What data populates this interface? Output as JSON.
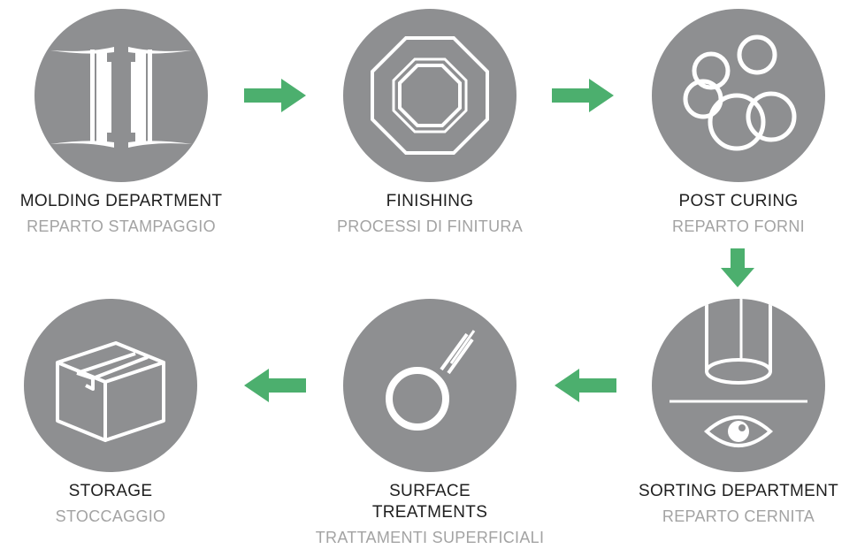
{
  "colors": {
    "circle": "#8e8f91",
    "arrow": "#4caf6e",
    "icon": "#ffffff",
    "title": "#1f1f1f",
    "subtitle": "#a3a3a3"
  },
  "steps": [
    {
      "title": "MOLDING DEPARTMENT",
      "subtitle": "REPARTO STAMPAGGIO",
      "icon": "mold-icon"
    },
    {
      "title": "FINISHING",
      "subtitle": "PROCESSI DI FINITURA",
      "icon": "octagon-seal-icon"
    },
    {
      "title": "POST CURING",
      "subtitle": "REPARTO FORNI",
      "icon": "o-rings-icon"
    },
    {
      "title": "SORTING DEPARTMENT",
      "subtitle": "REPARTO CERNITA",
      "icon": "inspection-eye-icon"
    },
    {
      "title_line1": "SURFACE",
      "title_line2": "TREATMENTS",
      "subtitle": "TRATTAMENTI SUPERFICIALI",
      "icon": "coated-ring-icon"
    },
    {
      "title": "STORAGE",
      "subtitle": "STOCCAGGIO",
      "icon": "box-icon"
    }
  ],
  "arrows": [
    "arrow-right",
    "arrow-right",
    "arrow-down",
    "arrow-left",
    "arrow-left"
  ]
}
